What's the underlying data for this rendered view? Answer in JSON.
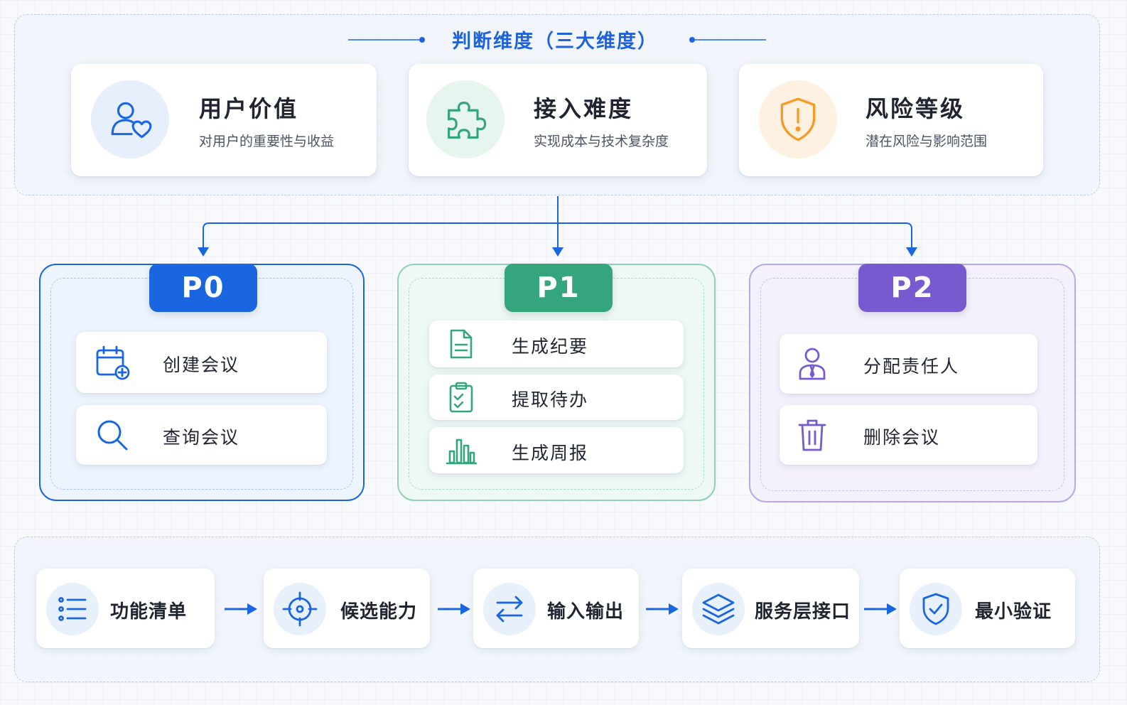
{
  "colors": {
    "blue": "#1a66e0",
    "green": "#34a57c",
    "purple": "#7759d0",
    "orange": "#f59a23"
  },
  "header": {
    "title": "判断维度（三大维度）"
  },
  "dimensions": [
    {
      "title": "用户价值",
      "subtitle": "对用户的重要性与收益",
      "icon": "user-heart-icon"
    },
    {
      "title": "接入难度",
      "subtitle": "实现成本与技术复杂度",
      "icon": "puzzle-icon"
    },
    {
      "title": "风险等级",
      "subtitle": "潜在风险与影响范围",
      "icon": "shield-alert-icon"
    }
  ],
  "priorities": [
    {
      "label": "P0",
      "items": [
        {
          "label": "创建会议",
          "icon": "calendar-add-icon"
        },
        {
          "label": "查询会议",
          "icon": "search-icon"
        }
      ]
    },
    {
      "label": "P1",
      "items": [
        {
          "label": "生成纪要",
          "icon": "document-icon"
        },
        {
          "label": "提取待办",
          "icon": "clipboard-check-icon"
        },
        {
          "label": "生成周报",
          "icon": "bar-chart-icon"
        }
      ]
    },
    {
      "label": "P2",
      "items": [
        {
          "label": "分配责任人",
          "icon": "person-icon"
        },
        {
          "label": "删除会议",
          "icon": "trash-icon"
        }
      ]
    }
  ],
  "flow": [
    {
      "label": "功能清单",
      "icon": "list-icon"
    },
    {
      "label": "候选能力",
      "icon": "target-icon"
    },
    {
      "label": "输入输出",
      "icon": "swap-icon"
    },
    {
      "label": "服务层接口",
      "icon": "layers-icon"
    },
    {
      "label": "最小验证",
      "icon": "shield-check-icon"
    }
  ]
}
